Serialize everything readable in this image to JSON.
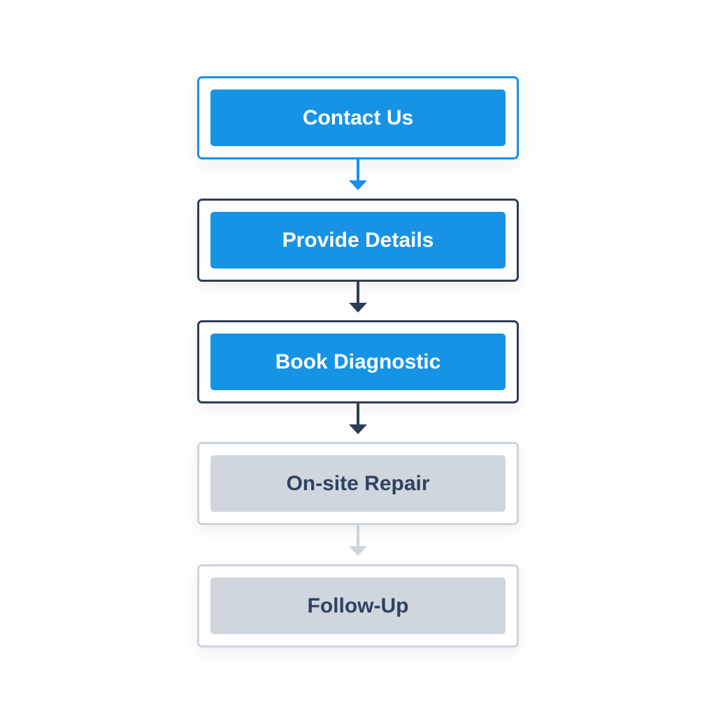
{
  "diagram": {
    "type": "vertical-flowchart",
    "steps": [
      {
        "label": "Contact Us",
        "state": "current",
        "border_color": "#1a8fe6",
        "fill_color": "#1793e6",
        "text_color": "#ffffff"
      },
      {
        "label": "Provide Details",
        "state": "completed",
        "border_color": "#2e3d55",
        "fill_color": "#1793e6",
        "text_color": "#ffffff"
      },
      {
        "label": "Book Diagnostic",
        "state": "completed",
        "border_color": "#2e3d55",
        "fill_color": "#1793e6",
        "text_color": "#ffffff"
      },
      {
        "label": "On-site Repair",
        "state": "pending",
        "border_color": "#cdd4dc",
        "fill_color": "#cfd6de",
        "text_color": "#2f4260"
      },
      {
        "label": "Follow-Up",
        "state": "pending",
        "border_color": "#cdd4dc",
        "fill_color": "#cfd6de",
        "text_color": "#2f4260"
      }
    ],
    "arrows": [
      {
        "from": 0,
        "to": 1,
        "color": "#1a8fe6"
      },
      {
        "from": 1,
        "to": 2,
        "color": "#2e3d55"
      },
      {
        "from": 2,
        "to": 3,
        "color": "#2e3d55"
      },
      {
        "from": 3,
        "to": 4,
        "color": "#cdd4dc"
      }
    ]
  }
}
